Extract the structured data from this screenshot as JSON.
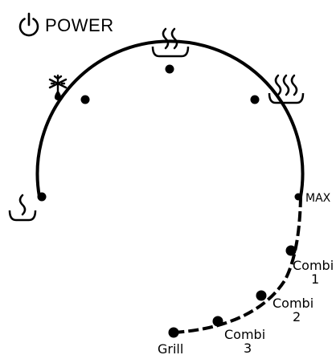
{
  "power": {
    "label": "POWER",
    "icon": "power-icon"
  },
  "dial": {
    "accent_color": "#000000",
    "positions": [
      {
        "id": "warm-low",
        "icon": "low-steam-tray-icon",
        "label": "",
        "label_line2": ""
      },
      {
        "id": "defrost",
        "icon": "defrost-snowflake-icon",
        "label": "",
        "label_line2": ""
      },
      {
        "id": "medium",
        "icon": "medium-steam-tray-icon",
        "label": "",
        "label_line2": ""
      },
      {
        "id": "high",
        "icon": "high-steam-tray-icon",
        "label": "",
        "label_line2": ""
      },
      {
        "id": "max",
        "icon": "",
        "label": "MAX",
        "label_line2": ""
      },
      {
        "id": "combi-1",
        "icon": "",
        "label": "Combi",
        "label_line2": "1"
      },
      {
        "id": "combi-2",
        "icon": "",
        "label": "Combi",
        "label_line2": "2"
      },
      {
        "id": "combi-3",
        "icon": "",
        "label": "Combi",
        "label_line2": "3"
      },
      {
        "id": "grill",
        "icon": "",
        "label": "Grill",
        "label_line2": ""
      }
    ]
  }
}
